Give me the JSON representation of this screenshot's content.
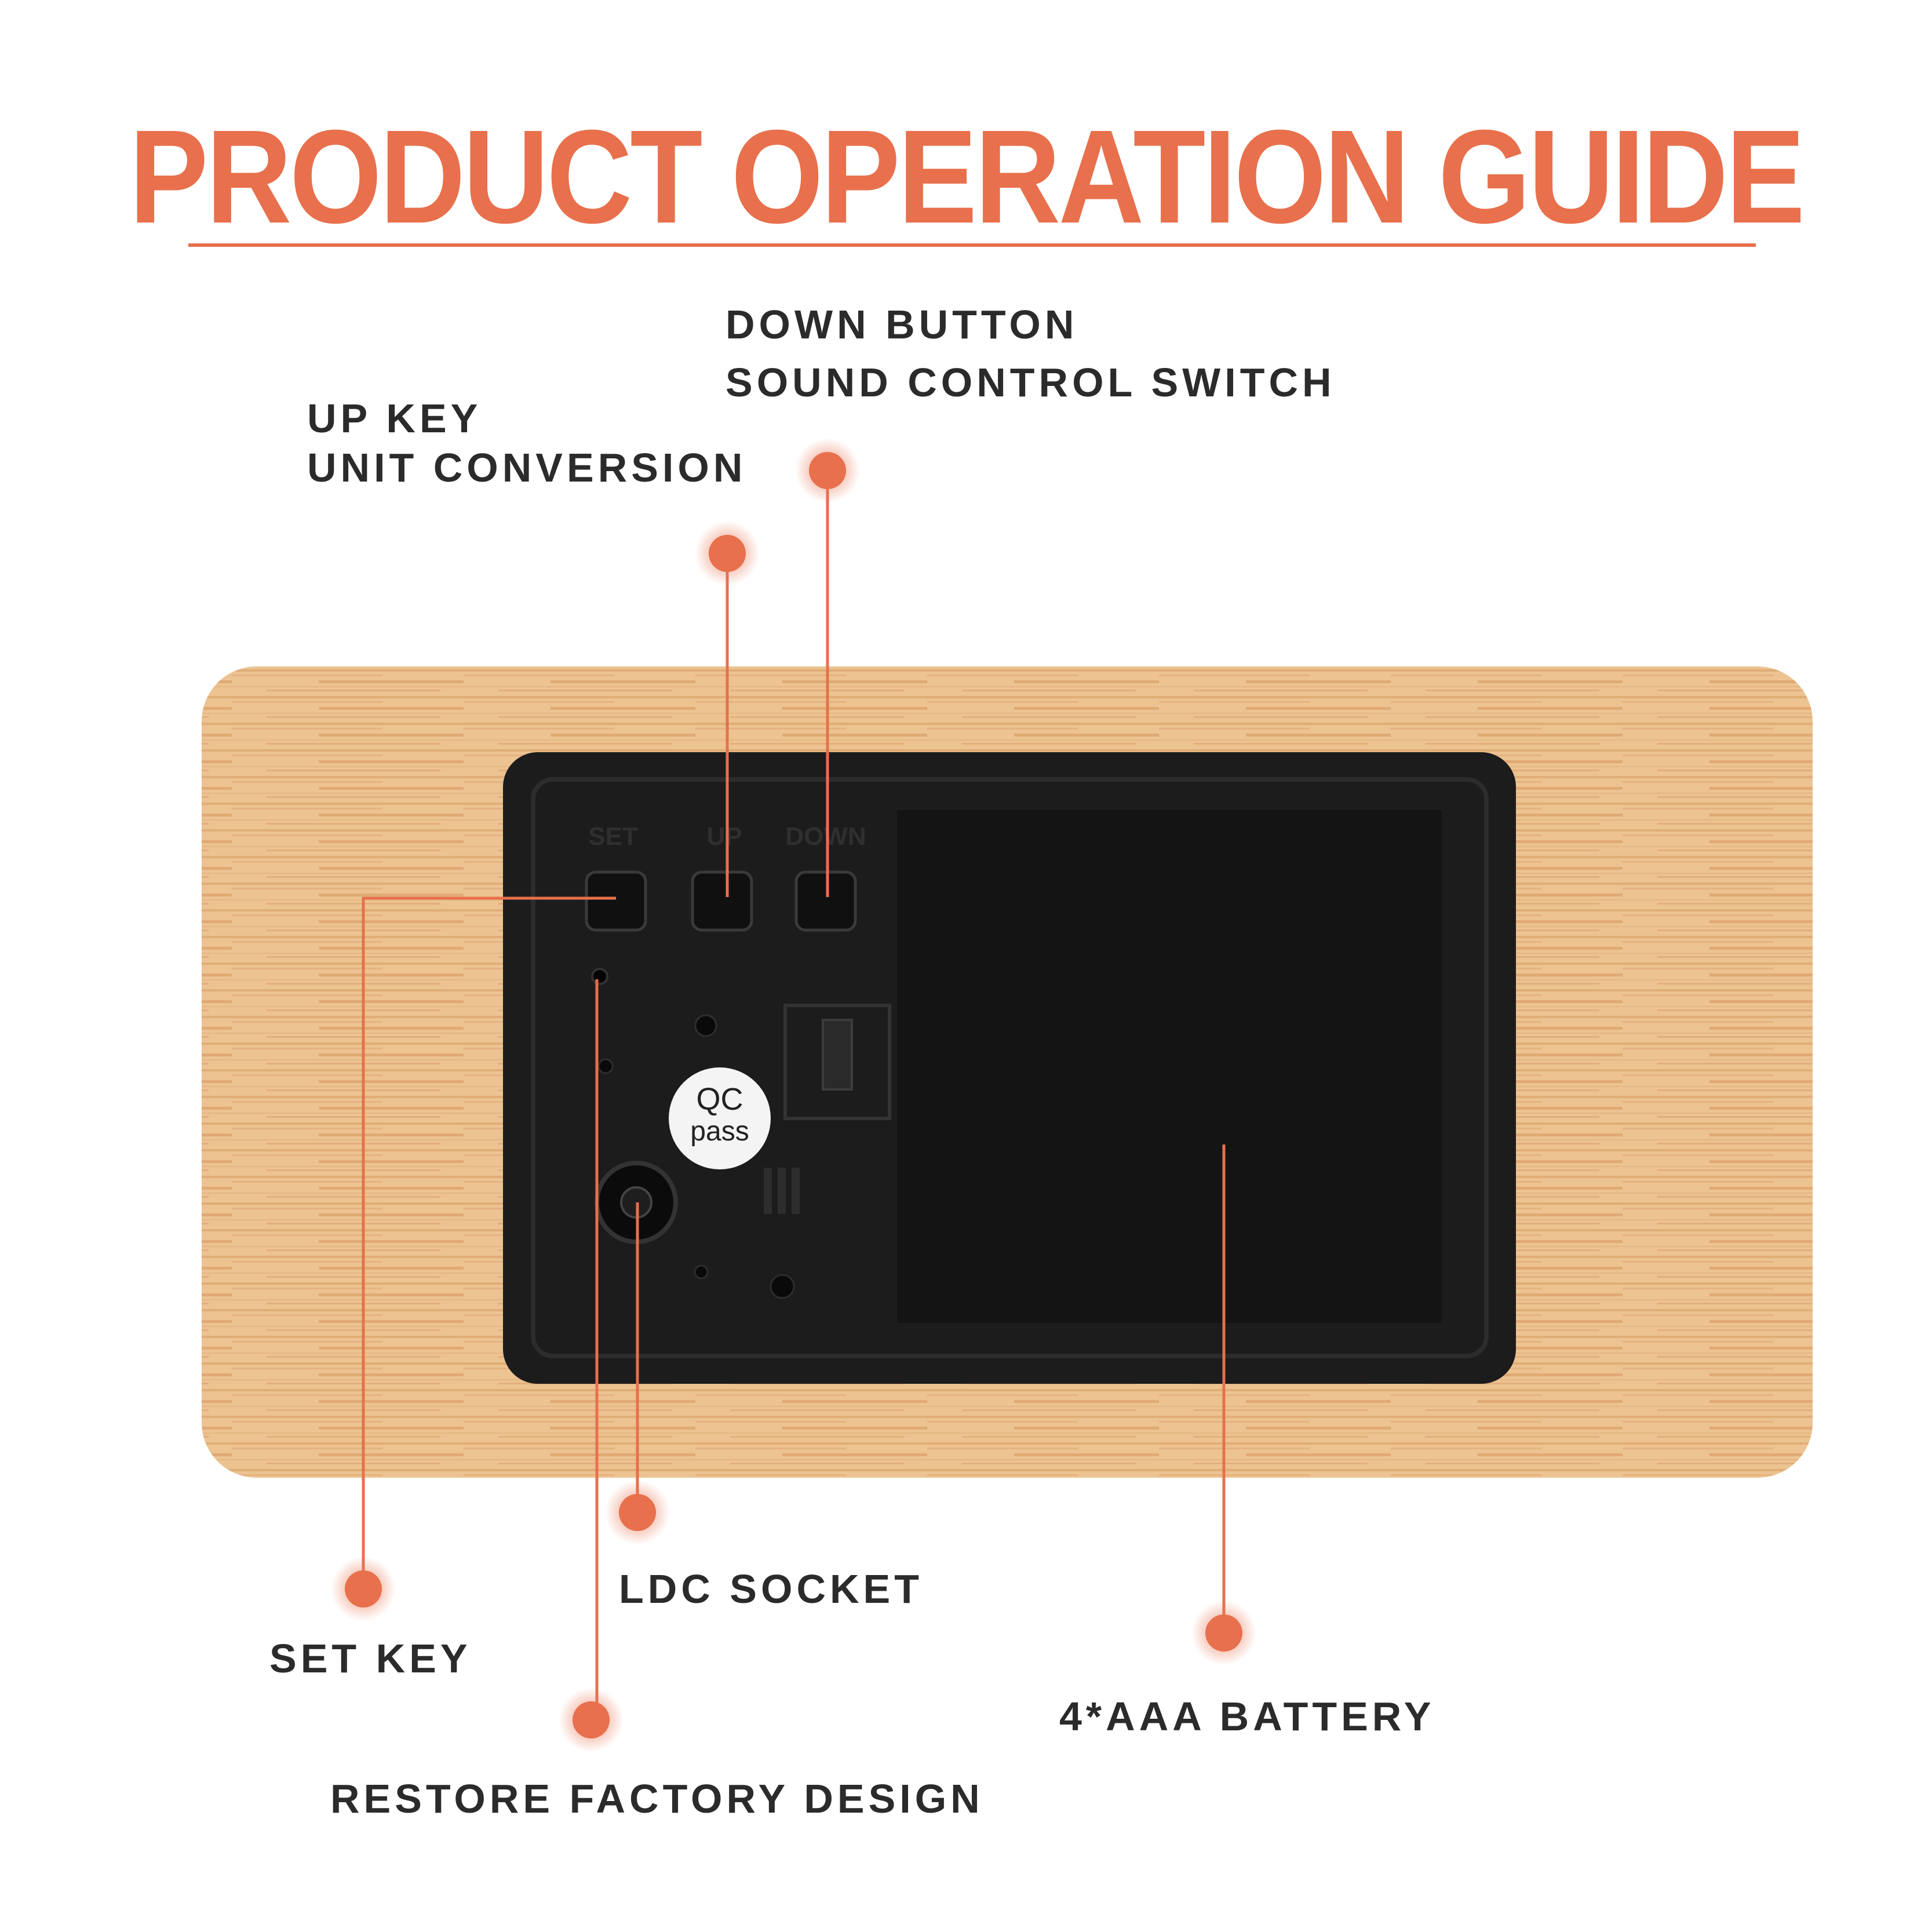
{
  "title": "PRODUCT OPERATION GUIDE",
  "labels": {
    "down_button": "DOWN BUTTON",
    "sound_control": "SOUND CONTROL SWITCH",
    "up_key": "UP KEY",
    "unit_conversion": "UNIT CONVERSION",
    "set_key": "SET KEY",
    "ldc_socket": "LDC SOCKET",
    "battery": "4*AAA BATTERY",
    "restore_factory": "RESTORE FACTORY DESIGN"
  },
  "sticker": {
    "line1": "QC",
    "line2": "pass"
  },
  "colors": {
    "accent": "#e8704c",
    "wood": "#ebc08f",
    "panel": "#1c1c1c",
    "text": "#2b2b2b"
  }
}
